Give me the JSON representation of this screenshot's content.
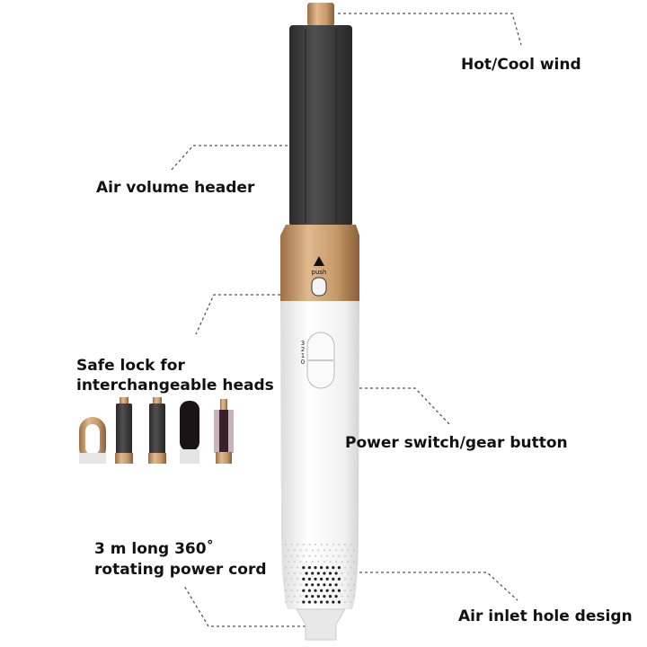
{
  "labels": {
    "hot_cool": "Hot/Cool wind",
    "air_volume": "Air volume header",
    "safe_lock_1": "Safe lock for",
    "safe_lock_2": "interchangeable heads",
    "power_switch": "Power switch/gear button",
    "cord_1": "3 m long 360˚",
    "cord_2": "rotating power cord",
    "air_inlet": "Air inlet hole design"
  },
  "device": {
    "push_label": "push",
    "gear_marks": [
      "3",
      "2",
      "1",
      "0"
    ]
  },
  "colors": {
    "gold": "#c49a6c",
    "barrel": "#3d3d3d",
    "body": "#f4f4f4",
    "text": "#111111"
  },
  "attachments": [
    "loop-dryer",
    "curling-barrel-left",
    "curling-barrel-right",
    "flat-brush",
    "round-brush"
  ]
}
